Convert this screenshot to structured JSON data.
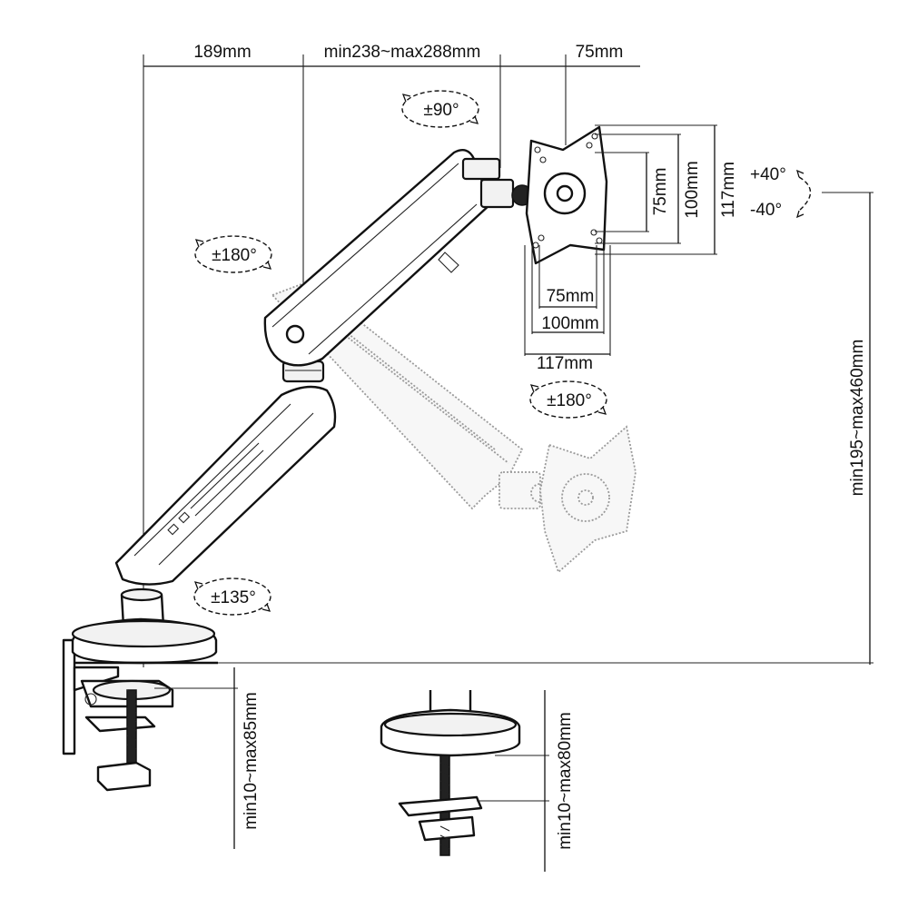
{
  "top_dimensions": {
    "base_offset": "189mm",
    "arm_length": "min238~max288mm",
    "vesa_offset": "75mm"
  },
  "rotations": {
    "head_swivel": "±90°",
    "upper_joint": "±180°",
    "tilt_up": "+40°",
    "tilt_down": "-40°",
    "elbow": "±180°",
    "base": "±135°"
  },
  "vesa_vertical": {
    "small": "75mm",
    "medium": "100mm",
    "large": "117mm"
  },
  "vesa_horizontal": {
    "small": "75mm",
    "medium": "100mm",
    "large": "117mm"
  },
  "height_range": "min195~max460mm",
  "clamp_range": "min10~max85mm",
  "grommet_range": "min10~max80mm"
}
